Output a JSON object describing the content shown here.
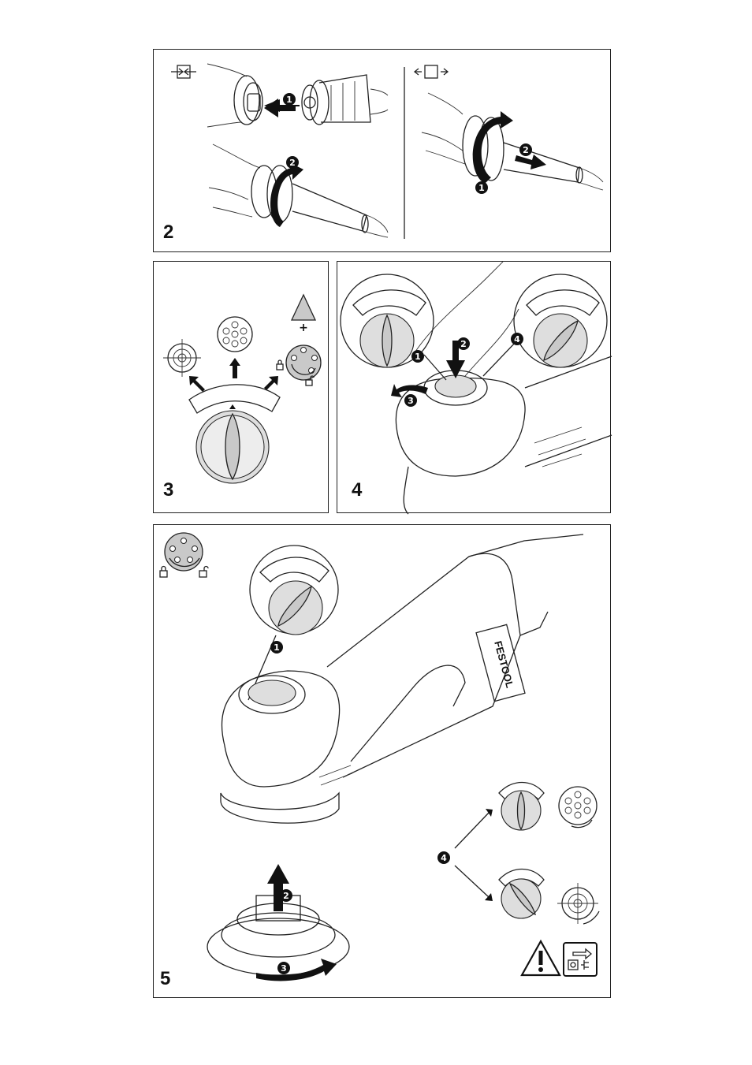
{
  "figures": [
    {
      "id": "fig2",
      "number": "2"
    },
    {
      "id": "fig3",
      "number": "3"
    },
    {
      "id": "fig4",
      "number": "4"
    },
    {
      "id": "fig5",
      "number": "5"
    }
  ],
  "step_badges": {
    "one": "1",
    "two": "2",
    "three": "3",
    "four": "4"
  },
  "fig3_plus": "+",
  "fig5_brand_plate": "FESTOOL",
  "icons": [
    "push-together-icon",
    "pull-apart-icon",
    "lock-icon",
    "unlock-icon",
    "warning-triangle-icon",
    "unplug-instruction-icon",
    "mode-dial-icon",
    "hole-pattern-icon",
    "rotation-arrow-icon"
  ],
  "colors": {
    "line": "#222222",
    "fill_grey": "#c9c9c9",
    "light_grey": "#dedede",
    "background": "#ffffff"
  }
}
